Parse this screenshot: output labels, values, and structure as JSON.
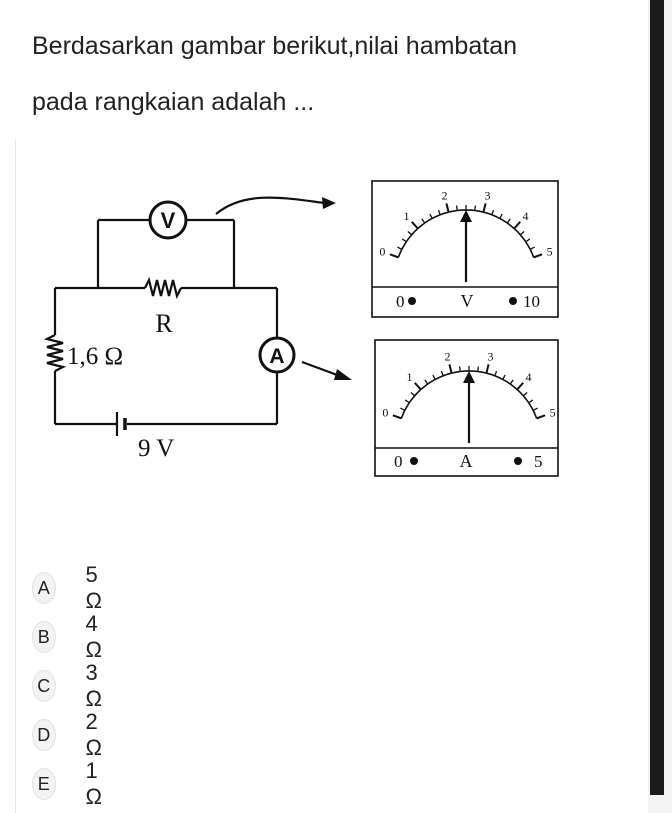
{
  "question": {
    "line1": "Berdasarkan gambar berikut,nilai hambatan",
    "line2": "pada rangkaian adalah ..."
  },
  "circuit": {
    "voltmeter_symbol": "V",
    "ammeter_symbol": "A",
    "resistor_label": "R",
    "internal_resistance_label": "1,6 Ω",
    "battery_label": "9 V"
  },
  "voltmeter_dial": {
    "scale_labels": [
      "0",
      "1",
      "2",
      "3",
      "4",
      "5"
    ],
    "min_label": "0",
    "unit": "V",
    "max_label": "10",
    "needle_reading": 2.5
  },
  "ammeter_dial": {
    "scale_labels": [
      "0",
      "1",
      "2",
      "3",
      "4",
      "5"
    ],
    "min_label": "0",
    "unit": "A",
    "max_label": "5",
    "needle_reading": 2.5
  },
  "options": [
    {
      "letter": "A",
      "text": "5 Ω"
    },
    {
      "letter": "B",
      "text": "4 Ω"
    },
    {
      "letter": "C",
      "text": "3 Ω"
    },
    {
      "letter": "D",
      "text": "2 Ω"
    },
    {
      "letter": "E",
      "text": "1 Ω"
    }
  ]
}
